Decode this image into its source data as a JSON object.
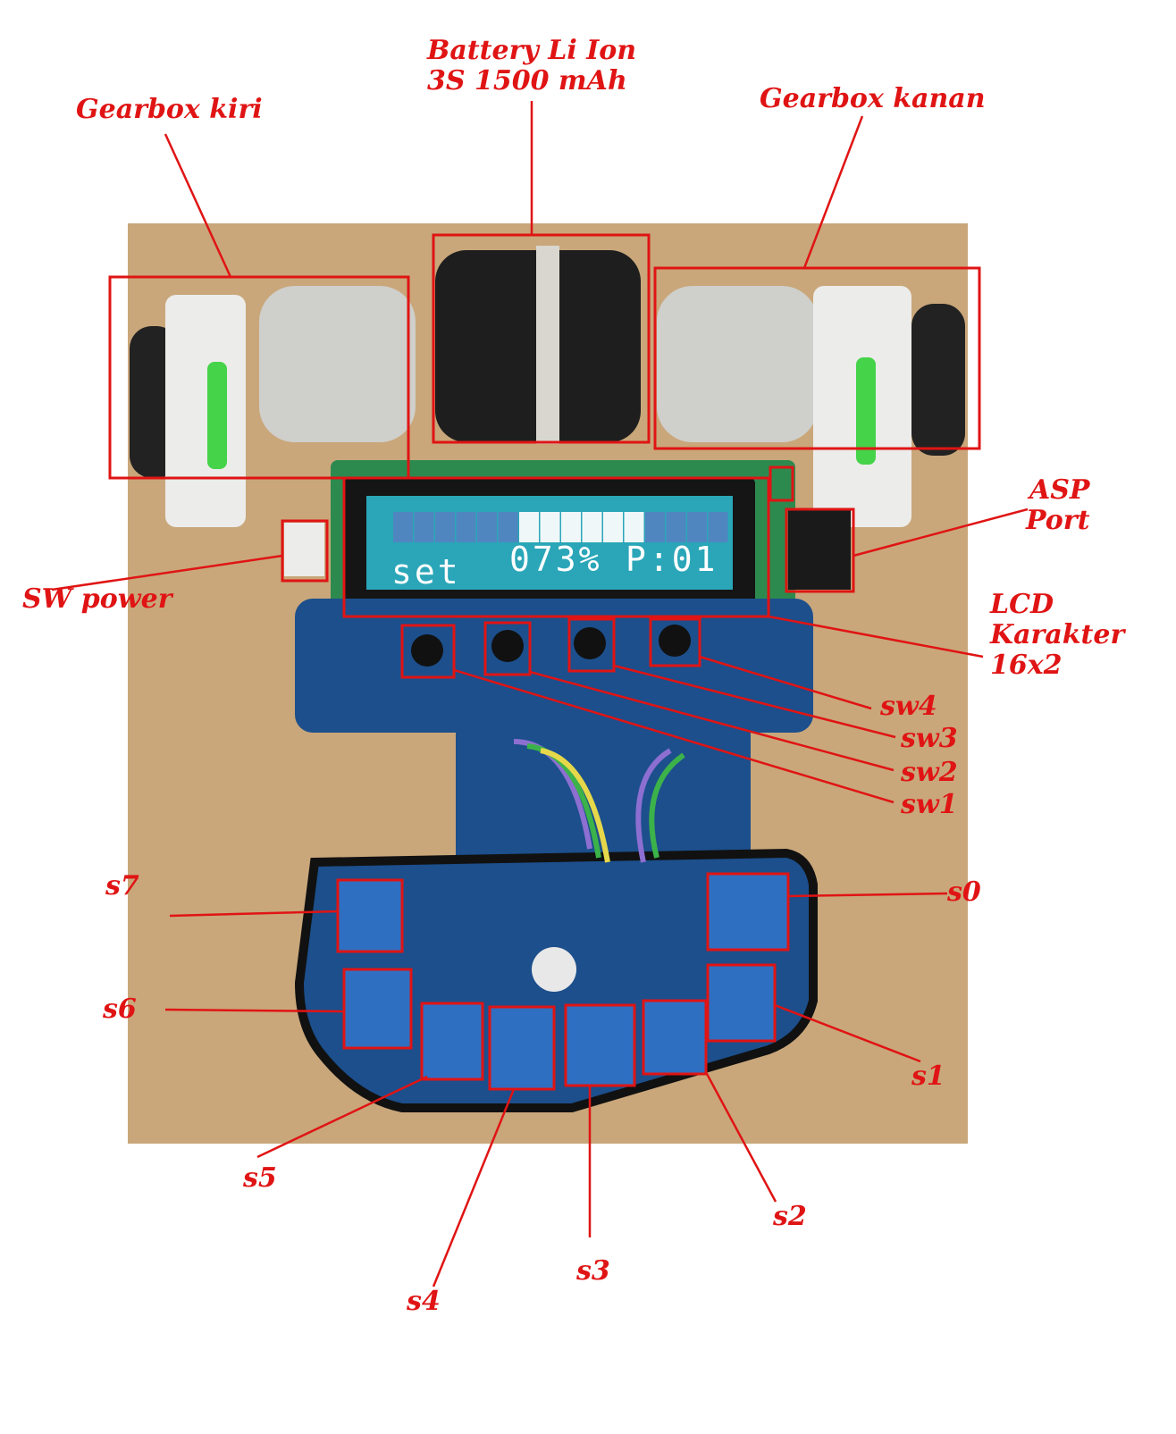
{
  "labels": {
    "gearbox_left": "Gearbox kiri",
    "battery": "Battery Li Ion\n3S 1500 mAh",
    "gearbox_right": "Gearbox kanan",
    "asp_port": "ASP\nPort",
    "sw_power": "SW power",
    "lcd": "LCD\nKarakter\n16x2",
    "sw4": "sw4",
    "sw3": "sw3",
    "sw2": "sw2",
    "sw1": "sw1",
    "s0": "s0",
    "s1": "s1",
    "s2": "s2",
    "s3": "s3",
    "s4": "s4",
    "s5": "s5",
    "s6": "s6",
    "s7": "s7"
  },
  "lcd_screen": {
    "left_text": "set",
    "value_text": "073%",
    "right_text": "P:01",
    "bar_level": 0.73
  },
  "colors": {
    "annotation": "#e01414",
    "pcb": "#1c4f8c",
    "lcd_backlight": "#2aa6b8",
    "gearbox_body": "#d9d9d4",
    "battery": "#1e1e1e",
    "background": "#c9a77a"
  }
}
